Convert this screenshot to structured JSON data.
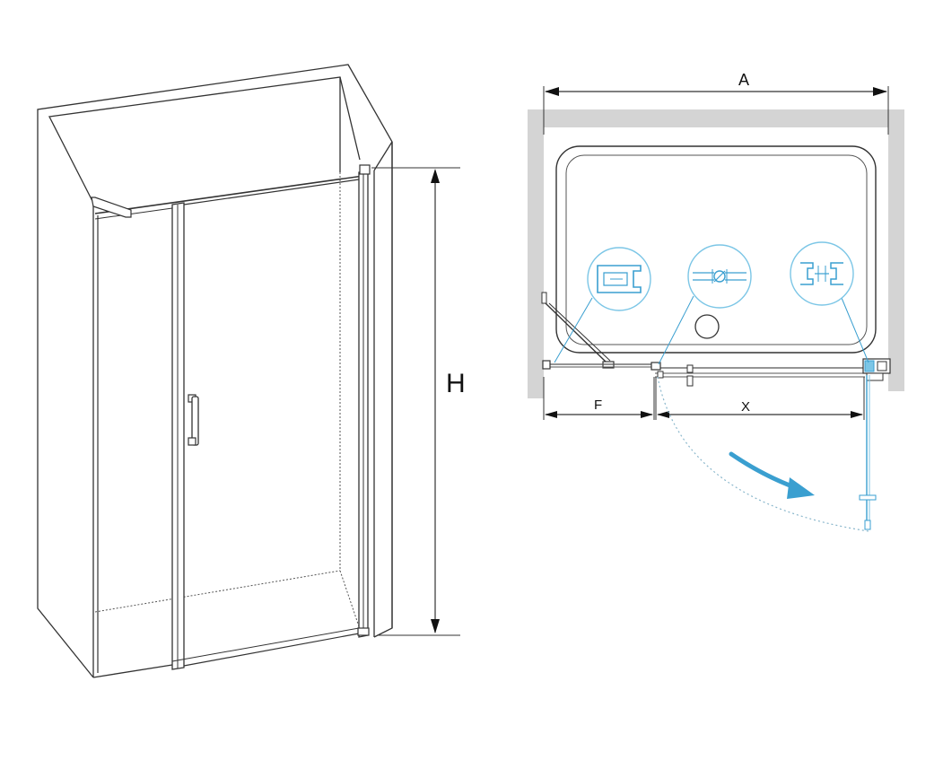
{
  "dimensions": {
    "height_label": "H",
    "width_label": "A",
    "fixed_panel_label": "F",
    "door_opening_label": "X"
  },
  "colors": {
    "line": "#333333",
    "wall_gray": "#d4d4d4",
    "accent_blue": "#3a9fd0",
    "detail_blue": "#7cc6e6"
  },
  "icons": {
    "profile_detail_left": "wall-profile-icon",
    "profile_detail_middle": "hinge-profile-icon",
    "profile_detail_right": "seal-profile-icon",
    "swing_direction": "swing-arrow-icon"
  }
}
